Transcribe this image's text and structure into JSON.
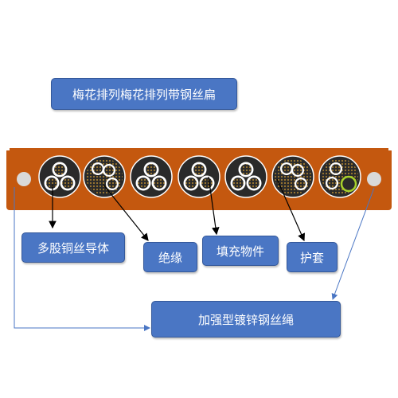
{
  "title": "梅花排列梅花排列带钢丝扁",
  "labels": {
    "strands": "多股铜丝导体",
    "insulation": "绝缘",
    "filler": "填充物件",
    "sheath": "护套",
    "steel_wire": "加强型镀锌钢丝绳"
  },
  "colors": {
    "sheath": "#c4580f",
    "box_fill": "#4a76c4",
    "core_dark": "#2a2a2a",
    "conductor": "#a07a30",
    "steel_wire": "#d9d9d9",
    "ground_ring": "#a8d22c",
    "arrow_black": "#000000",
    "arrow_blue": "#4a76c4"
  },
  "cable": {
    "core_count": 7,
    "steel_wire_count": 2,
    "cores": [
      {
        "pattern": "three-insulated-one-stranded"
      },
      {
        "pattern": "stranded-with-insulated"
      },
      {
        "pattern": "three-insulated"
      },
      {
        "pattern": "three-insulated"
      },
      {
        "pattern": "three-insulated"
      },
      {
        "pattern": "stranded-with-insulated"
      },
      {
        "pattern": "stranded-with-ground"
      }
    ]
  }
}
